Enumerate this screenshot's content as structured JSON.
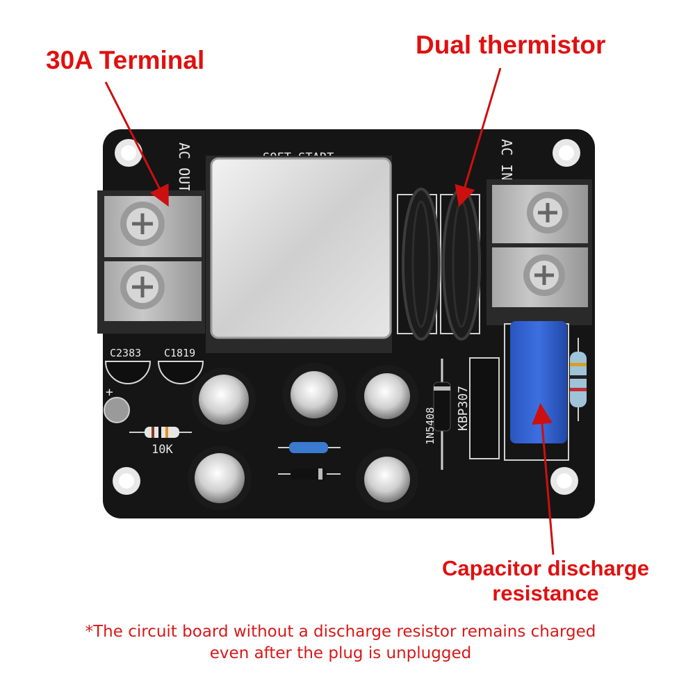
{
  "callouts": {
    "terminal": "30A Terminal",
    "thermistor": "Dual thermistor",
    "discharge_line1": "Capacitor discharge",
    "discharge_line2": "resistance"
  },
  "footnote": {
    "line1": "*The circuit board without a discharge resistor remains charged",
    "line2": "even after the plug is unplugged"
  },
  "silkscreen": {
    "ac_out": "AC OUT",
    "ac_in": "AC IN",
    "soft_start": "SOFT START",
    "c2383": "C2383",
    "c1819": "C1819",
    "resistor_10k": "10K",
    "diode": "1N5408",
    "bridge": "KBP307",
    "plus": "+"
  },
  "colors": {
    "callout_red": "#e01010",
    "board": "#151515",
    "arrow": "#cc1010",
    "relay_metal": "#d8d8d8",
    "discharge_cap_blue": "#2f5fd0"
  }
}
